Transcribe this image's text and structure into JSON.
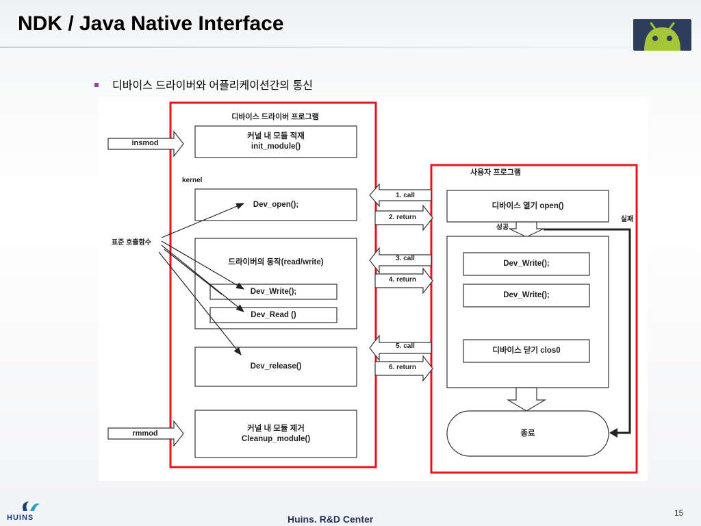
{
  "slide": {
    "title": "NDK / Java Native Interface",
    "bullet": "디바이스 드라이버와 어플리케이션간의 통신",
    "footer_center": "Huins. R&D Center",
    "page_number": "15",
    "footer_brand": "HUINS"
  },
  "diagram": {
    "left_panel_title": "디바이스  드라이버 프로그램",
    "right_panel_title": "사용자 프로그램",
    "insmod": "insmod",
    "rmmod": "rmmod",
    "kernel": "kernel",
    "std_call": "표준 호출함수",
    "init_box": {
      "line1": "커널 내 모듈 적재",
      "line2": "init_module()"
    },
    "dev_open": "Dev_open();",
    "driver_action": "드라이버의 동작(read/write)",
    "dev_write": "Dev_Write();",
    "dev_read": "Dev_Read ()",
    "dev_release": "Dev_release()",
    "cleanup_box": {
      "line1": "커널 내 모듈 제거",
      "line2": "Cleanup_module()"
    },
    "arrows": {
      "call1": "1. call",
      "return2": "2. return",
      "call3": "3. call",
      "return4": "4. return",
      "call5": "5. call",
      "return6": "6. return"
    },
    "open_box": "디바이스 열기 open()",
    "success": "성공",
    "fail": "실패",
    "user_write1": "Dev_Write();",
    "user_write2": "Dev_Write();",
    "close_box": "디바이스 닫기 clos0",
    "end": "종료"
  },
  "colors": {
    "panel_border": "#e8131b",
    "bullet": "#9b3fa6",
    "android_bg": "#2d3e5a",
    "android_green": "#a4c639"
  }
}
